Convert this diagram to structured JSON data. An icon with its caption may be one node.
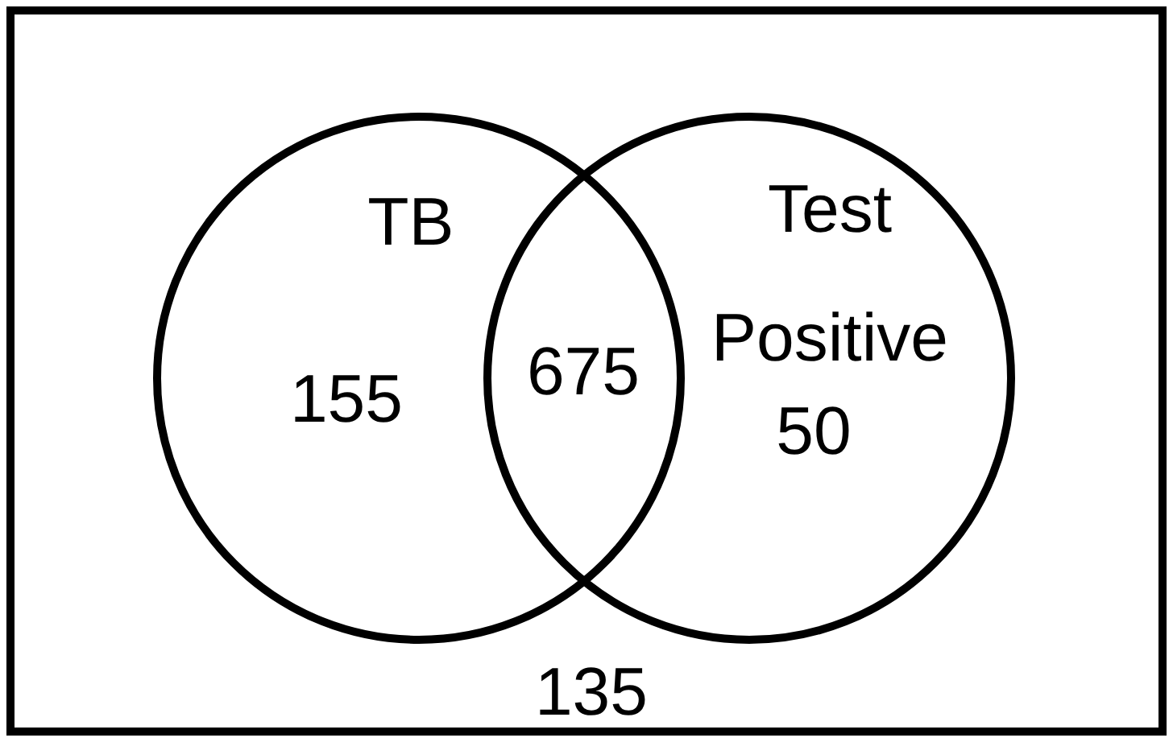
{
  "diagram": {
    "nodes": [
      {
        "text": [
          "135"
        ]
      },
      {
        "text": [
          "TB",
          "155"
        ],
        "in": 0
      },
      {
        "text": [
          "Test Positive",
          "50"
        ],
        "in": 0
      }
    ],
    "labels": [
      "675"
    ]
  }
}
